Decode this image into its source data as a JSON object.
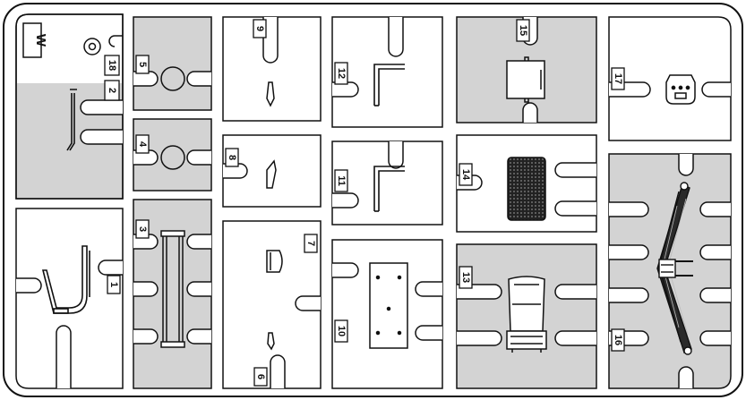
{
  "sprue": {
    "letter": "W",
    "colors": {
      "frame": "#ffffff",
      "shaded": "#d3d3d3",
      "stroke": "#111111"
    },
    "parts": [
      {
        "num": "1",
        "shaded": false
      },
      {
        "num": "2",
        "shaded": true
      },
      {
        "num": "3",
        "shaded": true
      },
      {
        "num": "4",
        "shaded": true
      },
      {
        "num": "5",
        "shaded": true
      },
      {
        "num": "6",
        "shaded": false
      },
      {
        "num": "7",
        "shaded": false
      },
      {
        "num": "8",
        "shaded": false
      },
      {
        "num": "9",
        "shaded": false
      },
      {
        "num": "10",
        "shaded": false
      },
      {
        "num": "11",
        "shaded": false
      },
      {
        "num": "12",
        "shaded": false
      },
      {
        "num": "13",
        "shaded": true
      },
      {
        "num": "14",
        "shaded": false
      },
      {
        "num": "15",
        "shaded": true
      },
      {
        "num": "16",
        "shaded": true
      },
      {
        "num": "17",
        "shaded": false
      },
      {
        "num": "18",
        "shaded": false
      }
    ]
  }
}
